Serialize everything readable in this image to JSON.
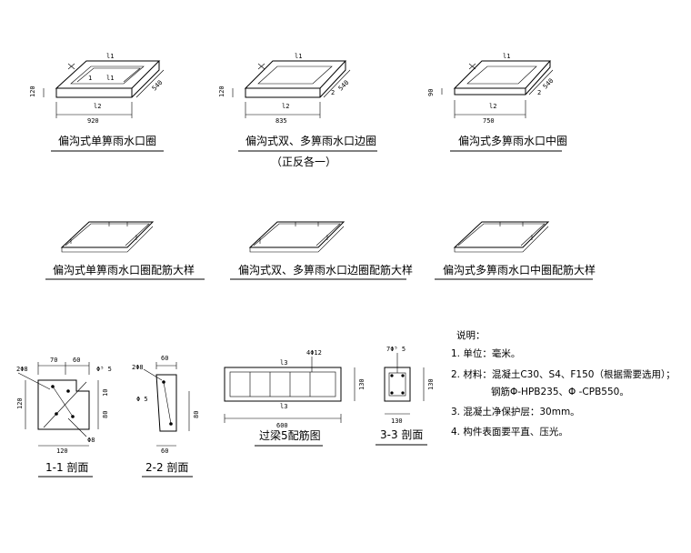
{
  "top": {
    "fig1": {
      "title": "偏沟式单箅雨水口圈",
      "h": "120",
      "w": "920",
      "d": "540",
      "l1": "l1",
      "l2": "l2",
      "sub1": "1",
      "sub2": "l1"
    },
    "fig2": {
      "title": "偏沟式双、多箅雨水口边圈",
      "h": "120",
      "w": "835",
      "d": "540",
      "l1": "l1",
      "l2": "l2",
      "s2": "2",
      "note": "（正反各一）"
    },
    "fig3": {
      "title": "偏沟式多箅雨水口中圈",
      "h": "90",
      "w": "750",
      "d": "540",
      "l1": "l1",
      "l2": "l2",
      "s2": "2"
    }
  },
  "mid": {
    "fig1": {
      "title": "偏沟式单箅雨水口圈配筋大样"
    },
    "fig2": {
      "title": "偏沟式双、多箅雨水口边圈配筋大样"
    },
    "fig3": {
      "title": "偏沟式多箅雨水口中圈配筋大样"
    }
  },
  "sec11": {
    "title": "1-1  剖面",
    "d70": "70",
    "d60": "60",
    "rebar": "2Φ8",
    "phi5": "Φ⁵ 5",
    "h120": "120",
    "d10": "10",
    "d80": "80",
    "w120": "120",
    "phi8": "Φ8"
  },
  "sec22": {
    "title": "2-2  剖面",
    "d60": "60",
    "rebar": "2Φ8",
    "phi5": "Φ 5",
    "h80": "80",
    "w60": "60"
  },
  "beam": {
    "title": "过梁5配筋图",
    "rebar": "4Φ12",
    "l3top": "l3",
    "l3bot": "l3",
    "len": "600",
    "h": "130"
  },
  "sec33": {
    "title": "3-3  剖面",
    "rebar": "7Φ⁵ 5",
    "h": "130",
    "w": "130"
  },
  "notes": {
    "heading": "说明：",
    "items": [
      "1. 单位：毫米。",
      "2. 材料：混凝土C30、S4、F150（根据需要选用）；",
      "钢筋Φ-HPB235、Φ   -CPB550。",
      "3. 混凝土净保护层：30mm。",
      "4. 构件表面要平直、压光。"
    ]
  }
}
